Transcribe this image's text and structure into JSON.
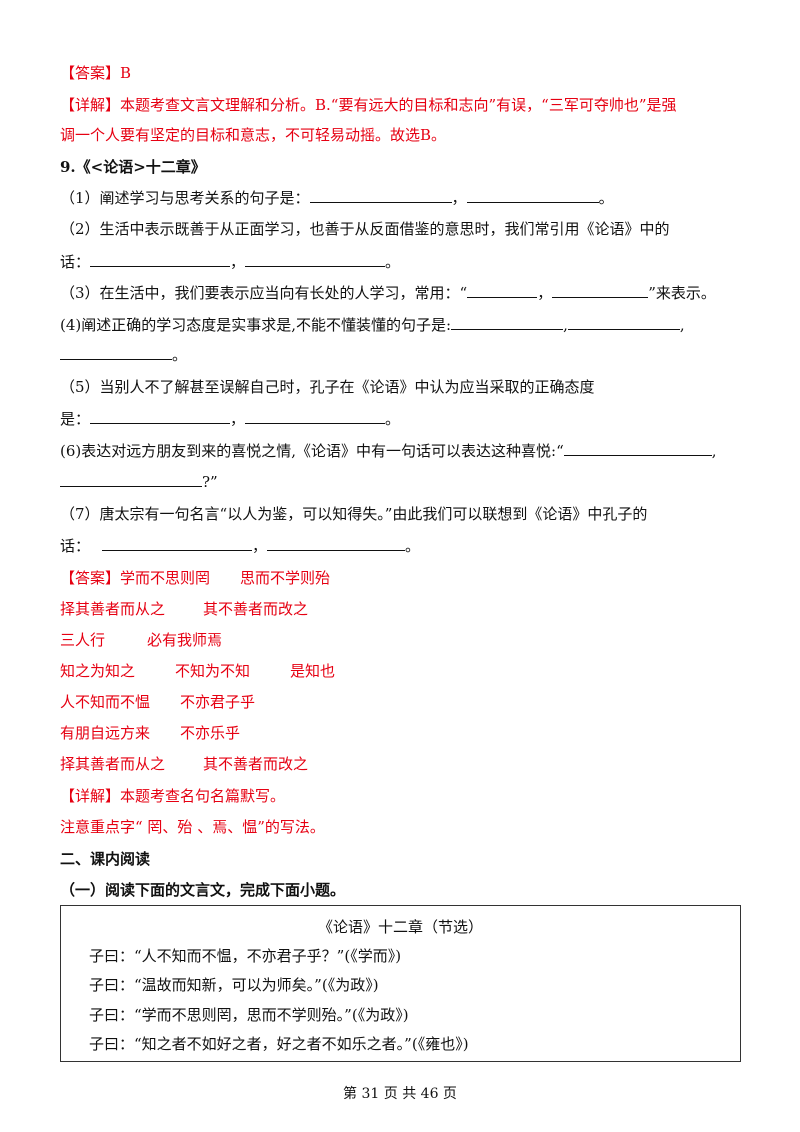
{
  "answer_prev": {
    "label": "【答案】",
    "text": "B"
  },
  "detail_prev": {
    "label": "【详解】",
    "line1": "本题考查文言文理解和分析。B.“要有远大的目标和志向”有误，“三军可夺帅也”是强",
    "line2": "调一个人要有坚定的目标和意志，不可轻易动摇。故选B。"
  },
  "q9": {
    "title": "9.《<论语>十二章》",
    "items": [
      {
        "a": "（1）阐述学习与思考关系的句子是：",
        "sep": "，",
        "end": "。"
      },
      {
        "a": "（2）生活中表示既善于从正面学习，也善于从反面借鉴的意思时，我们常引用《论语》中的",
        "b": "话：",
        "sep": "，",
        "end": "。"
      },
      {
        "a": "（3）在生活中，我们要表示应当向有长处的人学习，常用：“",
        "sep": "，",
        "end": "”来表示。"
      },
      {
        "a": "(4)阐述正确的学习态度是实事求是,不能不懂装懂的句子是:",
        "sep": ",",
        "sep2": ",",
        "end": "。"
      },
      {
        "a": "（5）当别人不了解甚至误解自己时，孔子在《论语》中认为应当采取的正确态度",
        "b": "是：",
        "sep": "，",
        "end": "。"
      },
      {
        "a": "(6)表达对远方朋友到来的喜悦之情,《论语》中有一句话可以表达这种喜悦:“",
        "sep": ",",
        "end": "?”"
      },
      {
        "a": "（7）唐太宗有一句名言“以人为鉴，可以知得失。”由此我们可以联想到《论语》中孔子的",
        "b": "话：",
        "sep": "，",
        "end": "。"
      }
    ]
  },
  "answer9": {
    "label": "【答案】",
    "rows": [
      [
        "学而不思则罔",
        "思而不学则殆"
      ],
      [
        "择其善者而从之",
        "其不善者而改之"
      ],
      [
        "三人行",
        "必有我师焉"
      ],
      [
        "知之为知之",
        "不知为不知",
        "是知也"
      ],
      [
        "人不知而不愠",
        "不亦君子乎"
      ],
      [
        "有朋自远方来",
        "不亦乐乎"
      ],
      [
        "择其善者而从之",
        "其不善者而改之"
      ]
    ]
  },
  "detail9": {
    "label": "【详解】",
    "text": "本题考查名句名篇默写。",
    "note": "注意重点字“ 罔、殆 、焉、愠”的写法。"
  },
  "section2": {
    "heading": "二、课内阅读",
    "sub": "（一）阅读下面的文言文，完成下面小题。"
  },
  "passage": {
    "title": "《论语》十二章（节选）",
    "lines": [
      "子曰：“人不知而不愠，不亦君子乎？”(《学而》)",
      "子曰：“温故而知新，可以为师矣。”(《为政》)",
      "子曰：“学而不思则罔，思而不学则殆。”(《为政》)",
      "子曰：“知之者不如好之者，好之者不如乐之者。”(《雍也》)"
    ]
  },
  "footer": "第 31 页 共 46 页"
}
